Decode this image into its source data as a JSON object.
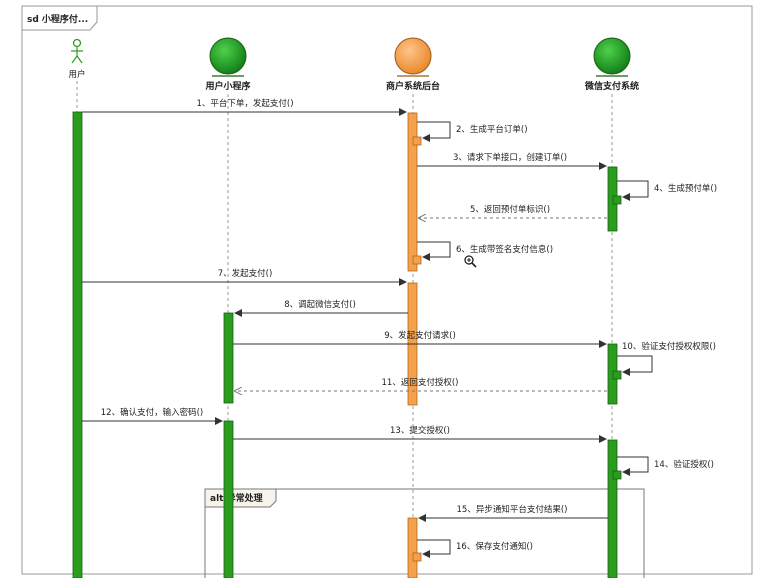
{
  "frame": {
    "title": "sd 小程序付..."
  },
  "participants": [
    {
      "id": "user",
      "label": "用户",
      "kind": "actor"
    },
    {
      "id": "miniapp",
      "label": "用户小程序",
      "kind": "entity",
      "color": "#1e9a1e"
    },
    {
      "id": "backend",
      "label": "商户系统后台",
      "kind": "entity",
      "color": "#f5a04a"
    },
    {
      "id": "wechat",
      "label": "微信支付系统",
      "kind": "entity",
      "color": "#1e9a1e"
    }
  ],
  "messages": [
    {
      "label": "1、平台下单，发起支付()"
    },
    {
      "label": "2、生成平台订单()"
    },
    {
      "label": "3、请求下单接口，创建订单()"
    },
    {
      "label": "4、生成预付单()"
    },
    {
      "label": "5、返回预付单标识()"
    },
    {
      "label": "6、生成带签名支付信息()"
    },
    {
      "label": "7、发起支付()"
    },
    {
      "label": "8、调起微信支付()"
    },
    {
      "label": "9、发起支付请求()"
    },
    {
      "label": "10、验证支付授权权限()"
    },
    {
      "label": "11、返回支付授权()"
    },
    {
      "label": "12、确认支付，输入密码()"
    },
    {
      "label": "13、提交授权()"
    },
    {
      "label": "14、验证授权()"
    },
    {
      "label": "15、异步通知平台支付结果()"
    },
    {
      "label": "16、保存支付通知()"
    }
  ],
  "fragment": {
    "label": "alt 异常处理"
  },
  "colors": {
    "green": "#2a9d1f",
    "orange": "#f5a04a",
    "line": "#333333"
  }
}
